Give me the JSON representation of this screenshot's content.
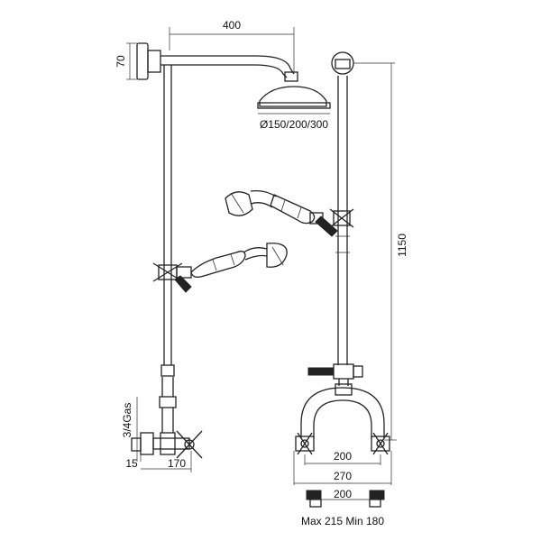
{
  "labels": {
    "arm_width": "400",
    "arm_height": "70",
    "head_diameter": "Ø150/200/300",
    "height_total": "1150",
    "inlet_size": "3/4Gas",
    "offset_small": "15",
    "projection": "170",
    "inner_width": "200",
    "outer_width": "270",
    "centres": "200",
    "max_min": "Max 215 Min 180"
  }
}
